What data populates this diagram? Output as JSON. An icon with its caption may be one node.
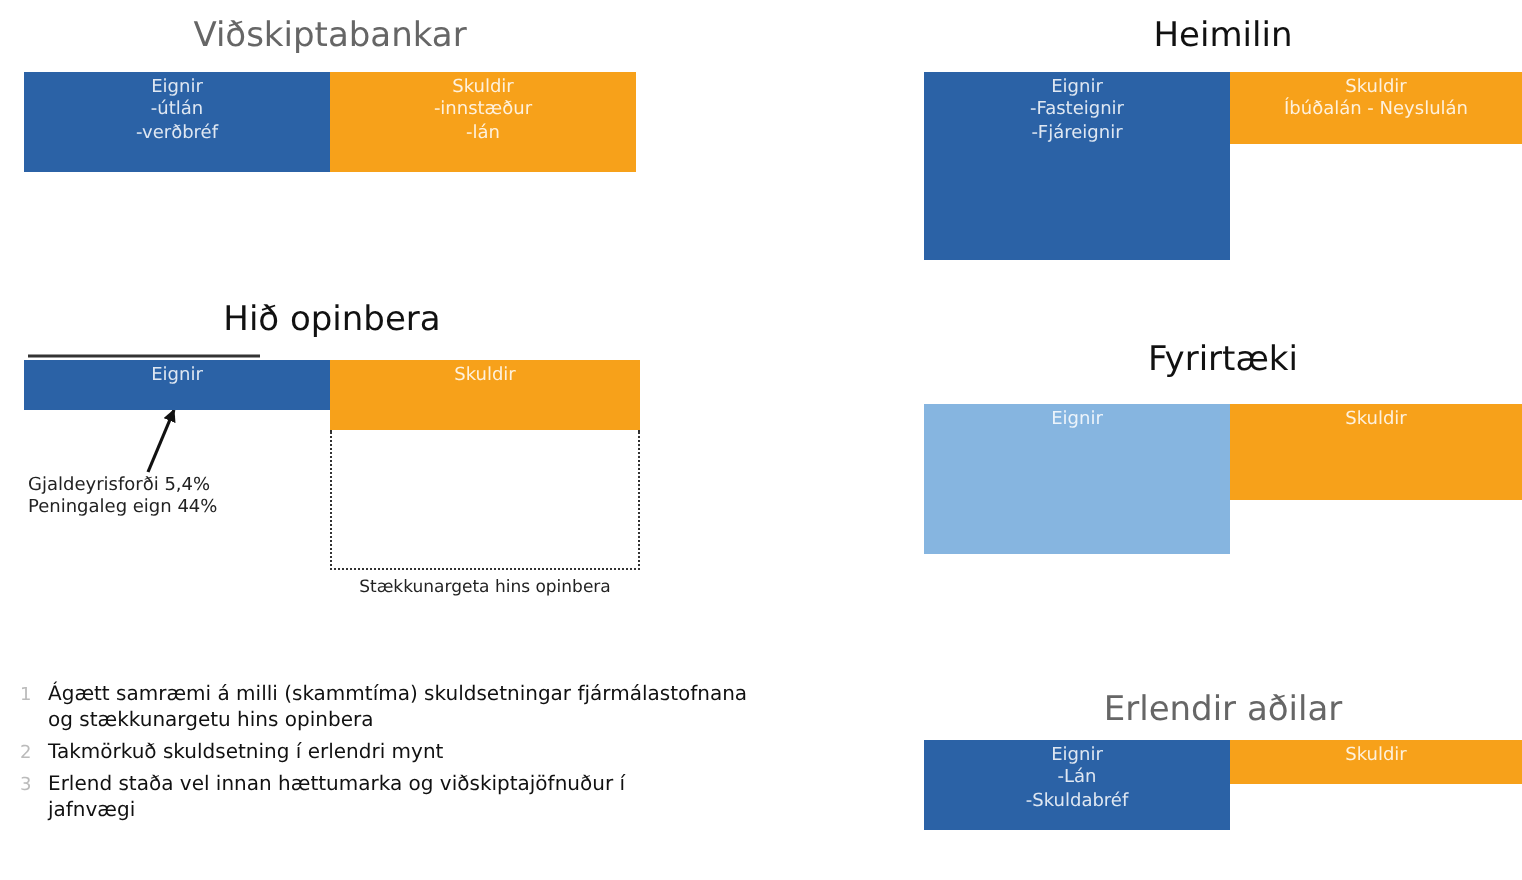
{
  "diagram": {
    "nodes": [
      {
        "text": [
          "Eignir",
          "-útlán",
          "-verðbréf"
        ]
      },
      {
        "text": [
          "Skuldir",
          "-innstæður",
          "-lán"
        ]
      },
      {
        "text": [
          "Eignir",
          "-Fasteignir",
          "-Fjáreignir"
        ]
      },
      {
        "text": [
          "Skuldir",
          "Íbúðalán - Neyslulán"
        ]
      },
      {
        "text": [
          "Eignir"
        ]
      },
      {
        "text": [
          "Skuldir"
        ]
      },
      {
        "text": [],
        "shape": "box",
        "beside": [
          "Stækkunargeta hins opinbera"
        ]
      },
      {
        "text": [
          "Gjaldeyrisforði 5,4%",
          "Peningaleg eign 44%"
        ]
      },
      {
        "text": [
          "Eignir"
        ]
      },
      {
        "text": [
          "Skuldir"
        ]
      },
      {
        "text": [
          "Eignir",
          "-Lán",
          "-Skuldabréf"
        ]
      },
      {
        "text": [
          "Skuldir"
        ]
      }
    ],
    "edges": [
      {
        "from": 7,
        "to": 4,
        "arrow": "to"
      }
    ],
    "labels": [
      "Viðskiptabankar",
      "Heimilin",
      "Hið opinbera",
      "Fyrirtæki",
      "1",
      "Ágætt samræmi á milli (skammtíma) skuldsetningar fjármálastofnana og stækkunargetu hins opinbera",
      "2",
      "Takmörkuð skuldsetning í erlendri mynt",
      "3",
      "Erlend staða vel innan hættumarka og viðskiptajöfnuður í jafnvægi",
      "Erlendir aðilar"
    ]
  }
}
